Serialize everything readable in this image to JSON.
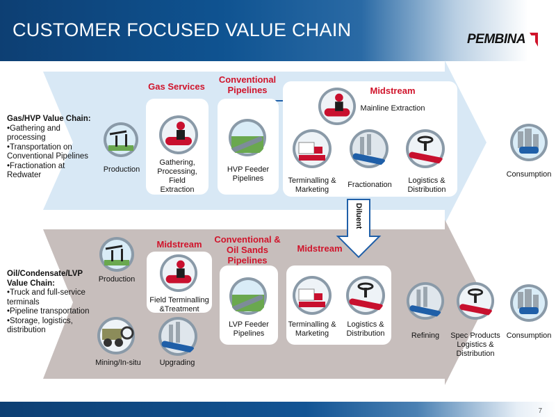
{
  "header": {
    "title": "CUSTOMER FOCUSED VALUE CHAIN",
    "logo": "PEMBINA",
    "page_number": "7"
  },
  "colors": {
    "red_label": "#d0142b",
    "top_arrow": "#d8e8f5",
    "bottom_arrow": "#c7bebc",
    "connector": "#1f5fa8"
  },
  "top_chain": {
    "heading": "Gas/HVP Value Chain:",
    "bullets": [
      "•Gathering and processing",
      "•Transportation on Conventional Pipelines",
      "•Fractionation at Redwater"
    ],
    "section_labels": {
      "gas_services": "Gas Services",
      "conventional_pipelines": "Conventional Pipelines",
      "midstream": "Midstream"
    },
    "nodes": {
      "production": "Production",
      "gathering": "Gathering, Processing, Field Extraction",
      "hvp_feeder": "HVP Feeder Pipelines",
      "mainline_extraction": "Mainline Extraction",
      "terminalling": "Terminalling & Marketing",
      "fractionation": "Fractionation",
      "logistics": "Logistics & Distribution",
      "consumption": "Consumption"
    },
    "icons": [
      "oil-pump-icon",
      "worker-pipe-icon",
      "pipeline-icon",
      "worker-pipe-icon",
      "tanker-truck-icon",
      "refinery-icon",
      "valve-icon",
      "city-car-icon"
    ]
  },
  "diluent_label": "Diluent",
  "bottom_chain": {
    "heading": "Oil/Condensate/LVP Value Chain:",
    "bullets": [
      "•Truck and full-service terminals",
      "•Pipeline transportation",
      "•Storage, logistics, distribution"
    ],
    "section_labels": {
      "midstream_left": "Midstream",
      "conventional_oil_sands": "Conventional & Oil Sands Pipelines",
      "midstream_right": "Midstream"
    },
    "nodes": {
      "production": "Production",
      "mining": "Mining/In-situ",
      "upgrading": "Upgrading",
      "field_terminalling": "Field Terminalling &Treatment",
      "lvp_feeder": "LVP Feeder Pipelines",
      "terminalling": "Terminalling & Marketing",
      "logistics": "Logistics & Distribution",
      "refining": "Refining",
      "spec_products": "Spec Products Logistics & Distribution",
      "consumption": "Consumption"
    },
    "icons": [
      "oil-pump-icon",
      "mining-truck-icon",
      "refinery-icon",
      "worker-pipe-icon",
      "pipeline-icon",
      "tanker-truck-icon",
      "valve-icon",
      "refinery-icon",
      "valve-icon",
      "city-car-icon"
    ]
  }
}
